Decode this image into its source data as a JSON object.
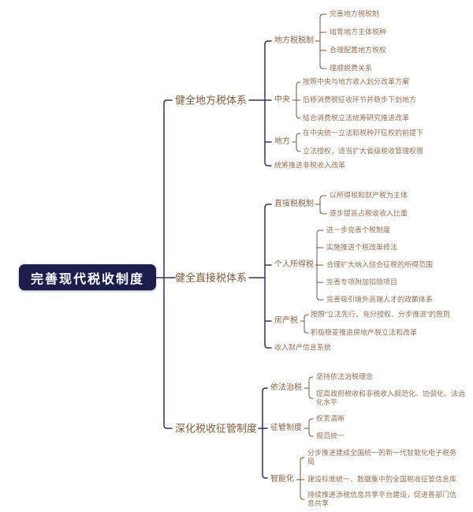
{
  "root": {
    "label": "完善现代税收制度"
  },
  "branches": [
    {
      "label": "健全地方税体系",
      "children": [
        {
          "label": "地方税税制",
          "children": [
            {
              "label": "完善地方税税制"
            },
            {
              "label": "培育地方主体税种"
            },
            {
              "label": "合理配置地方税权"
            },
            {
              "label": "理顺税费关系"
            }
          ]
        },
        {
          "label": "中央",
          "children": [
            {
              "label": "按照中央与地方收入划分改革方案"
            },
            {
              "label": "后移消费税征收环节并稳步下划地方"
            },
            {
              "label": "结合消费税立法统筹研究推进改革"
            }
          ]
        },
        {
          "label": "地方",
          "children": [
            {
              "label": "在中央统一立法和税种开征权的前提下"
            },
            {
              "label": "立法授权，适当扩大省级税收管理权限"
            }
          ]
        },
        {
          "label": "统筹推进非税收入改革",
          "children": []
        }
      ]
    },
    {
      "label": "健全直接税体系",
      "children": [
        {
          "label": "直接税税制",
          "children": [
            {
              "label": "以所得税和财产税为主体"
            },
            {
              "label": "逐步提高占税收收入比重"
            }
          ]
        },
        {
          "label": "个人所得税",
          "children": [
            {
              "label": "进一步完善个税制度"
            },
            {
              "label": "实施推进个税改革修法"
            },
            {
              "label": "合理扩大纳入综合征税的所得范围"
            },
            {
              "label": "完善专项附加扣除项目"
            },
            {
              "label": "完善吸引境外高端人才的政策体系"
            }
          ]
        },
        {
          "label": "房产税",
          "children": [
            {
              "label": "按照“立法先行、充分授权、分步推进”的原则"
            },
            {
              "label": "积极稳妥推进房地产税立法和改革"
            }
          ]
        },
        {
          "label": "收入财产信息系统",
          "children": []
        }
      ]
    },
    {
      "label": "深化税收征管制度",
      "children": [
        {
          "label": "依法治税",
          "children": [
            {
              "label": "坚持依法治税理念"
            },
            {
              "label": "提高政府税收和非税收入规范化、协调化、法治化水平"
            }
          ]
        },
        {
          "label": "征管制度",
          "children": [
            {
              "label": "权责清晰"
            },
            {
              "label": "规范统一"
            }
          ]
        },
        {
          "label": "智能化",
          "children": [
            {
              "label": "分步推进建成全国统一的新一代智能化电子税务局"
            },
            {
              "label": "建设标准统一、数据集中的全国税收征管信息库"
            },
            {
              "label": "持续推进涉税信息共享平台建设，促进各部门信息共享"
            }
          ]
        }
      ]
    }
  ],
  "colors": {
    "root_bg": "#1b1e4b",
    "root_text": "#ffffff",
    "branch_text": "#7b5c3e",
    "sub_text": "#87684c",
    "leaf_text": "#92745a",
    "main_line": "#37315a",
    "sub_line": "#6e5847",
    "background": "#ffffff"
  }
}
